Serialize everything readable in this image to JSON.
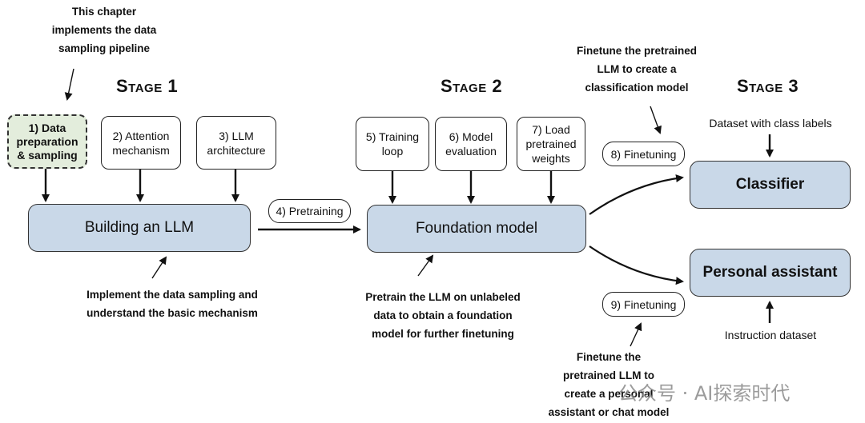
{
  "notes": {
    "chapter": [
      "This chapter",
      "implements the data",
      "sampling pipeline"
    ],
    "finetune_classification": [
      "Finetune the pretrained",
      "LLM to create a",
      "classification model"
    ],
    "sampling": [
      "Implement the data sampling and",
      "understand the basic mechanism"
    ],
    "pretrain": [
      "Pretrain the LLM on unlabeled",
      "data to obtain a foundation",
      "model for further finetuning"
    ],
    "finetune_assistant": [
      "Finetune the",
      "pretrained LLM to",
      "create a personal",
      "assistant or chat model"
    ]
  },
  "stages": {
    "s1": "Stage 1",
    "s2": "Stage 2",
    "s3": "Stage 3"
  },
  "steps": {
    "data": [
      "1) Data",
      "preparation",
      "& sampling"
    ],
    "attention": [
      "2) Attention",
      "mechanism"
    ],
    "architecture": [
      "3) LLM",
      "architecture"
    ],
    "pretraining": "4) Pretraining",
    "training_loop": [
      "5) Training",
      "loop"
    ],
    "evaluation": [
      "6) Model",
      "evaluation"
    ],
    "weights": [
      "7) Load",
      "pretrained",
      "weights"
    ],
    "finetuning_8": "8) Finetuning",
    "finetuning_9": "9) Finetuning"
  },
  "main_boxes": {
    "building": "Building an LLM",
    "foundation": "Foundation model",
    "classifier": "Classifier",
    "assistant": "Personal assistant"
  },
  "labels": {
    "class_dataset": "Dataset with class labels",
    "instruction_dataset": "Instruction dataset"
  },
  "watermark": "公众号 · AI探索时代",
  "colors": {
    "blue_box": "#c9d8e8",
    "green_box": "#e3eddc",
    "stroke": "#222222"
  }
}
